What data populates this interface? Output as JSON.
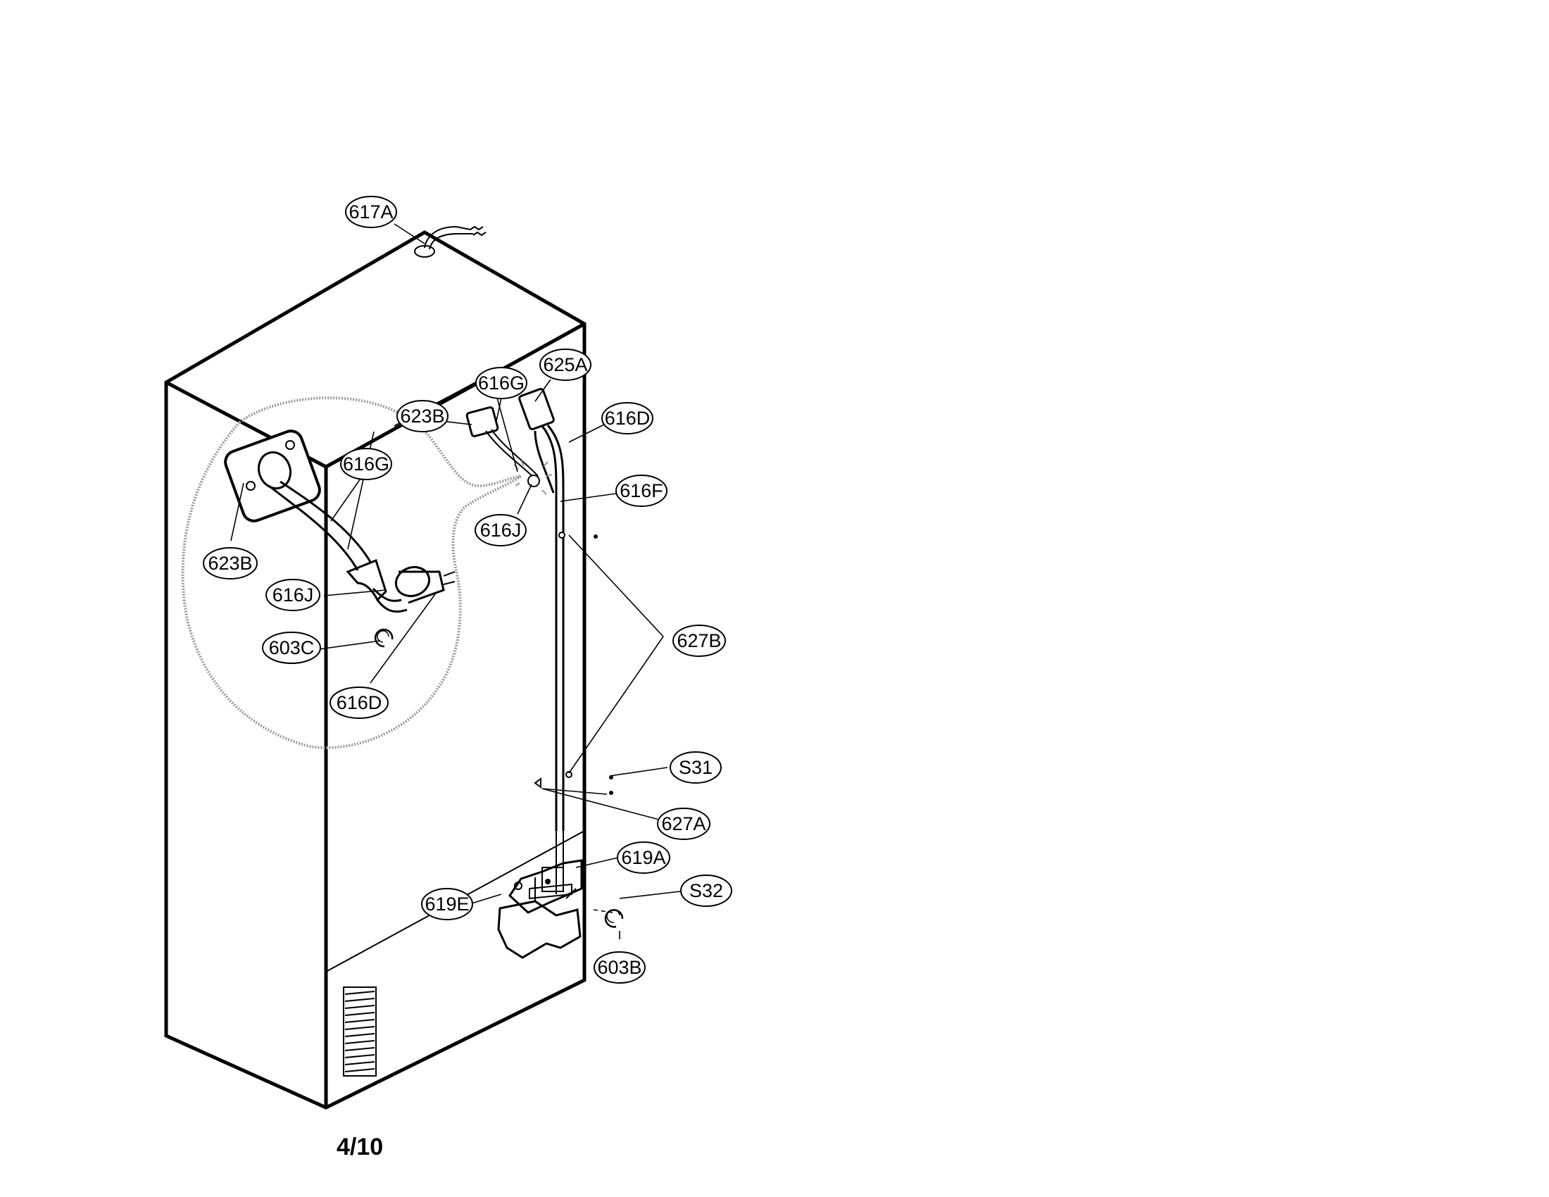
{
  "page_number": "4/10",
  "callouts": [
    "617A",
    "616G",
    "625A",
    "623B",
    "616D",
    "616G",
    "616F",
    "616J",
    "623B",
    "616J",
    "603C",
    "616D",
    "627B",
    "S31",
    "627A",
    "619A",
    "S32",
    "619E",
    "603B"
  ]
}
